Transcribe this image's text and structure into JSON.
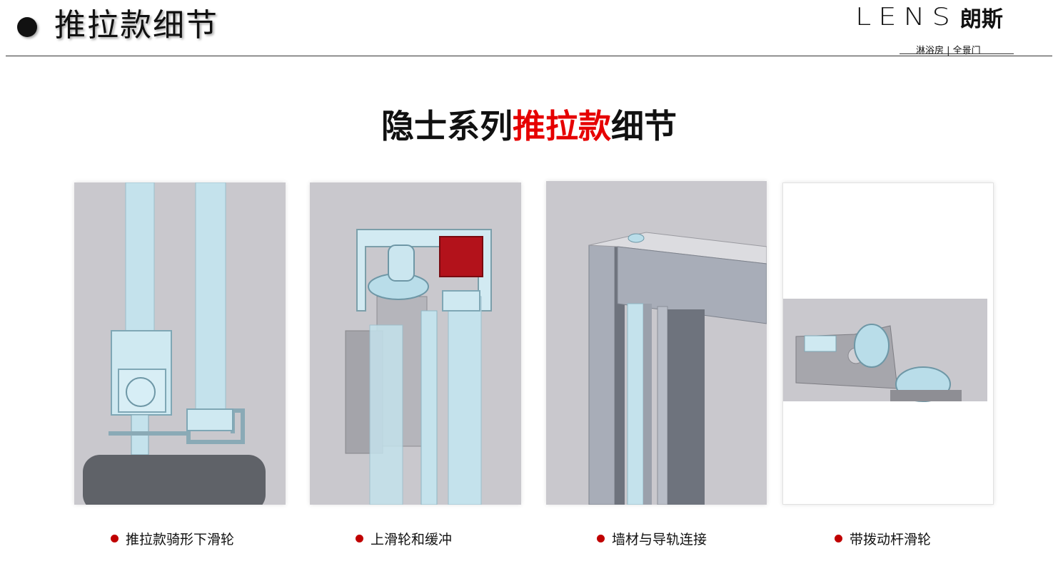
{
  "header": {
    "title": "推拉款细节",
    "logo_word": "LENS",
    "logo_cn": "朗斯",
    "logo_sub": "淋浴房 | 全景门"
  },
  "main_title": {
    "prefix": "隐士系列",
    "highlight": "推拉款",
    "suffix": "细节",
    "highlight_color": "#e60000"
  },
  "panels": [
    {
      "caption": "推拉款骑形下滑轮",
      "image": "bottom-roller-render"
    },
    {
      "caption": "上滑轮和缓冲",
      "image": "top-roller-buffer-render"
    },
    {
      "caption": "墙材与导轨连接",
      "image": "wall-rail-connection-render"
    },
    {
      "caption": "带拨动杆滑轮",
      "image": "lever-roller-render"
    }
  ],
  "colors": {
    "render_bg": "#c9c8cd",
    "glass": "#c4e2ec",
    "bullet": "#c00000"
  }
}
